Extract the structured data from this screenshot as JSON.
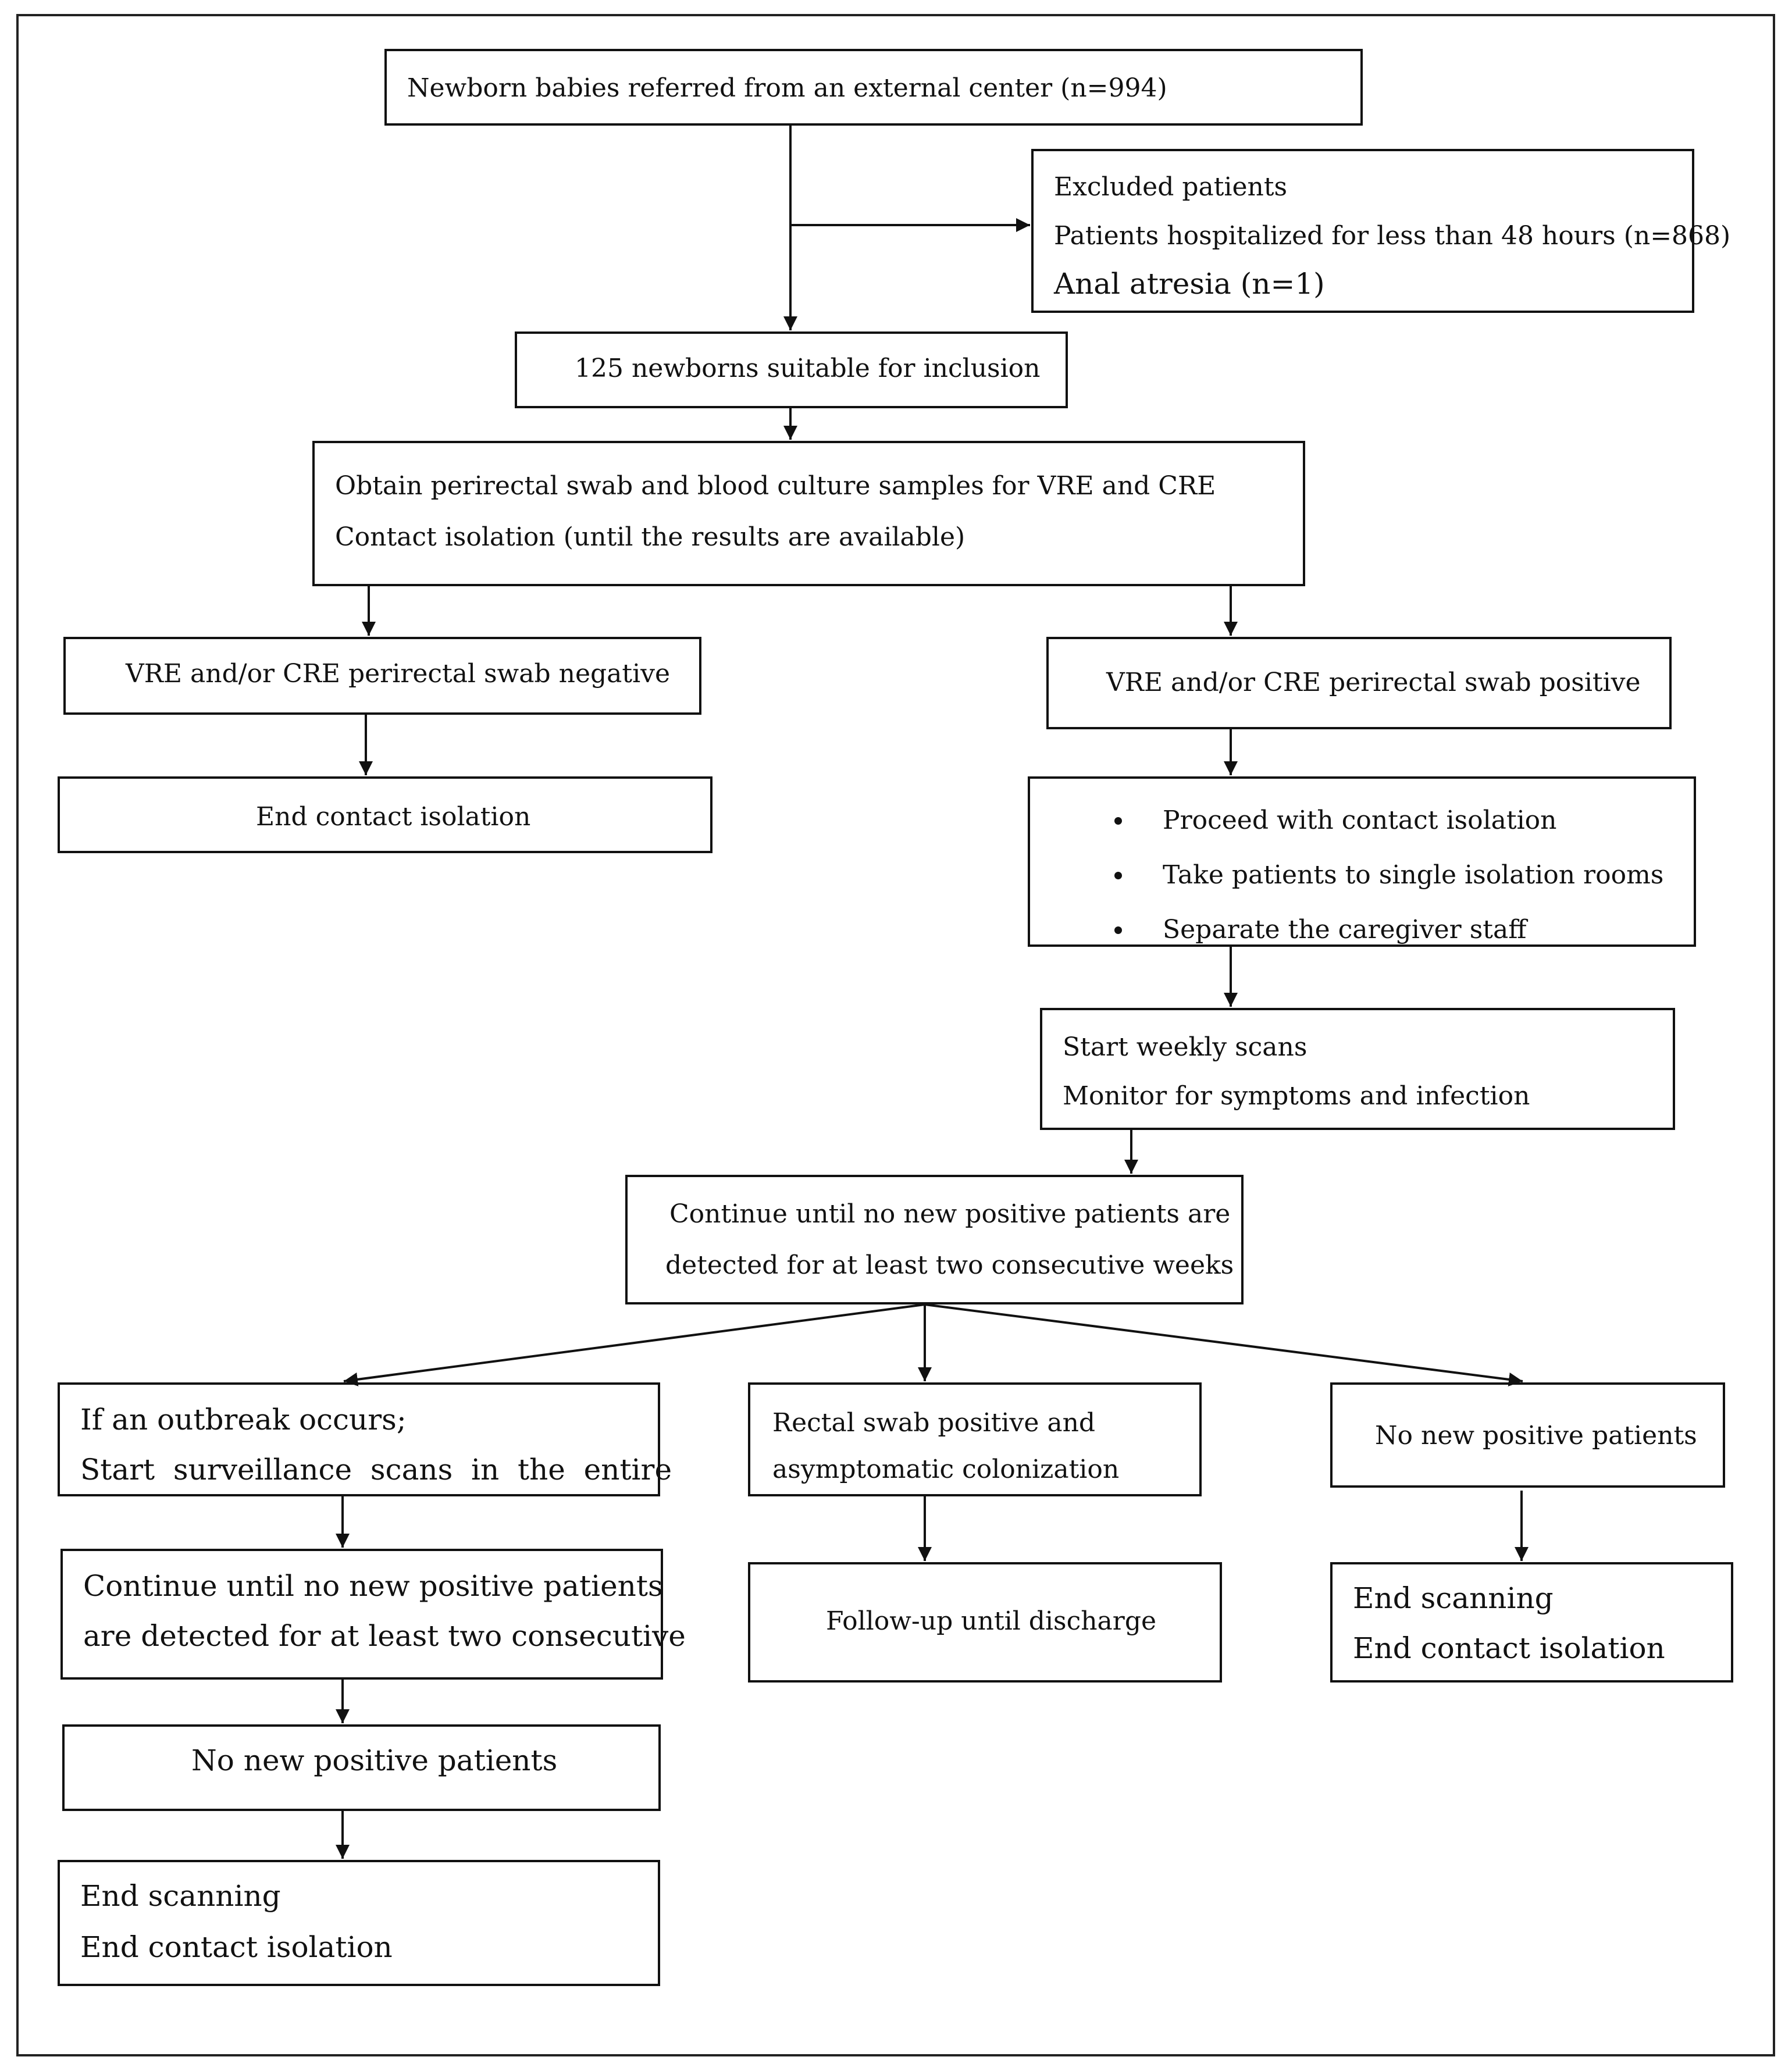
{
  "flow": {
    "referred": "Newborn babies referred from an external center (n=994)",
    "excluded": {
      "title": "Excluded patients",
      "line1": "Patients hospitalized for less than 48 hours (n=868)",
      "line2": "Anal atresia (n=1)"
    },
    "suitable": "125 newborns suitable for inclusion",
    "obtain": {
      "line1": "Obtain perirectal swab and blood culture samples for VRE and CRE",
      "line2": "Contact isolation (until the results are available)"
    },
    "negative": "VRE and/or CRE perirectal swab negative",
    "end_contact": "End contact isolation",
    "positive": "VRE and/or CRE perirectal swab positive",
    "actions": [
      "Proceed with contact isolation",
      "Take patients to single isolation rooms",
      "Separate the caregiver staff"
    ],
    "weekly": {
      "line1": "Start weekly scans",
      "line2": "Monitor for symptoms and infection"
    },
    "continue": {
      "line1": "Continue until no new positive patients are",
      "line2": "detected for at least two consecutive weeks"
    },
    "outbreak": {
      "line1": "If an outbreak occurs;",
      "line2": "Start  surveillance  scans  in  the  entire"
    },
    "continue2": {
      "line1": "Continue until no new positive patients",
      "line2": "are detected for at least two consecutive"
    },
    "no_new_left": "No new positive patients",
    "end_left": {
      "line1": "End scanning",
      "line2": "End contact isolation"
    },
    "rectal": {
      "line1": "Rectal swab positive and",
      "line2": "asymptomatic colonization"
    },
    "followup": "Follow-up until discharge",
    "no_new_right": "No new positive patients",
    "end_right": {
      "line1": "End scanning",
      "line2": "End contact isolation"
    }
  }
}
